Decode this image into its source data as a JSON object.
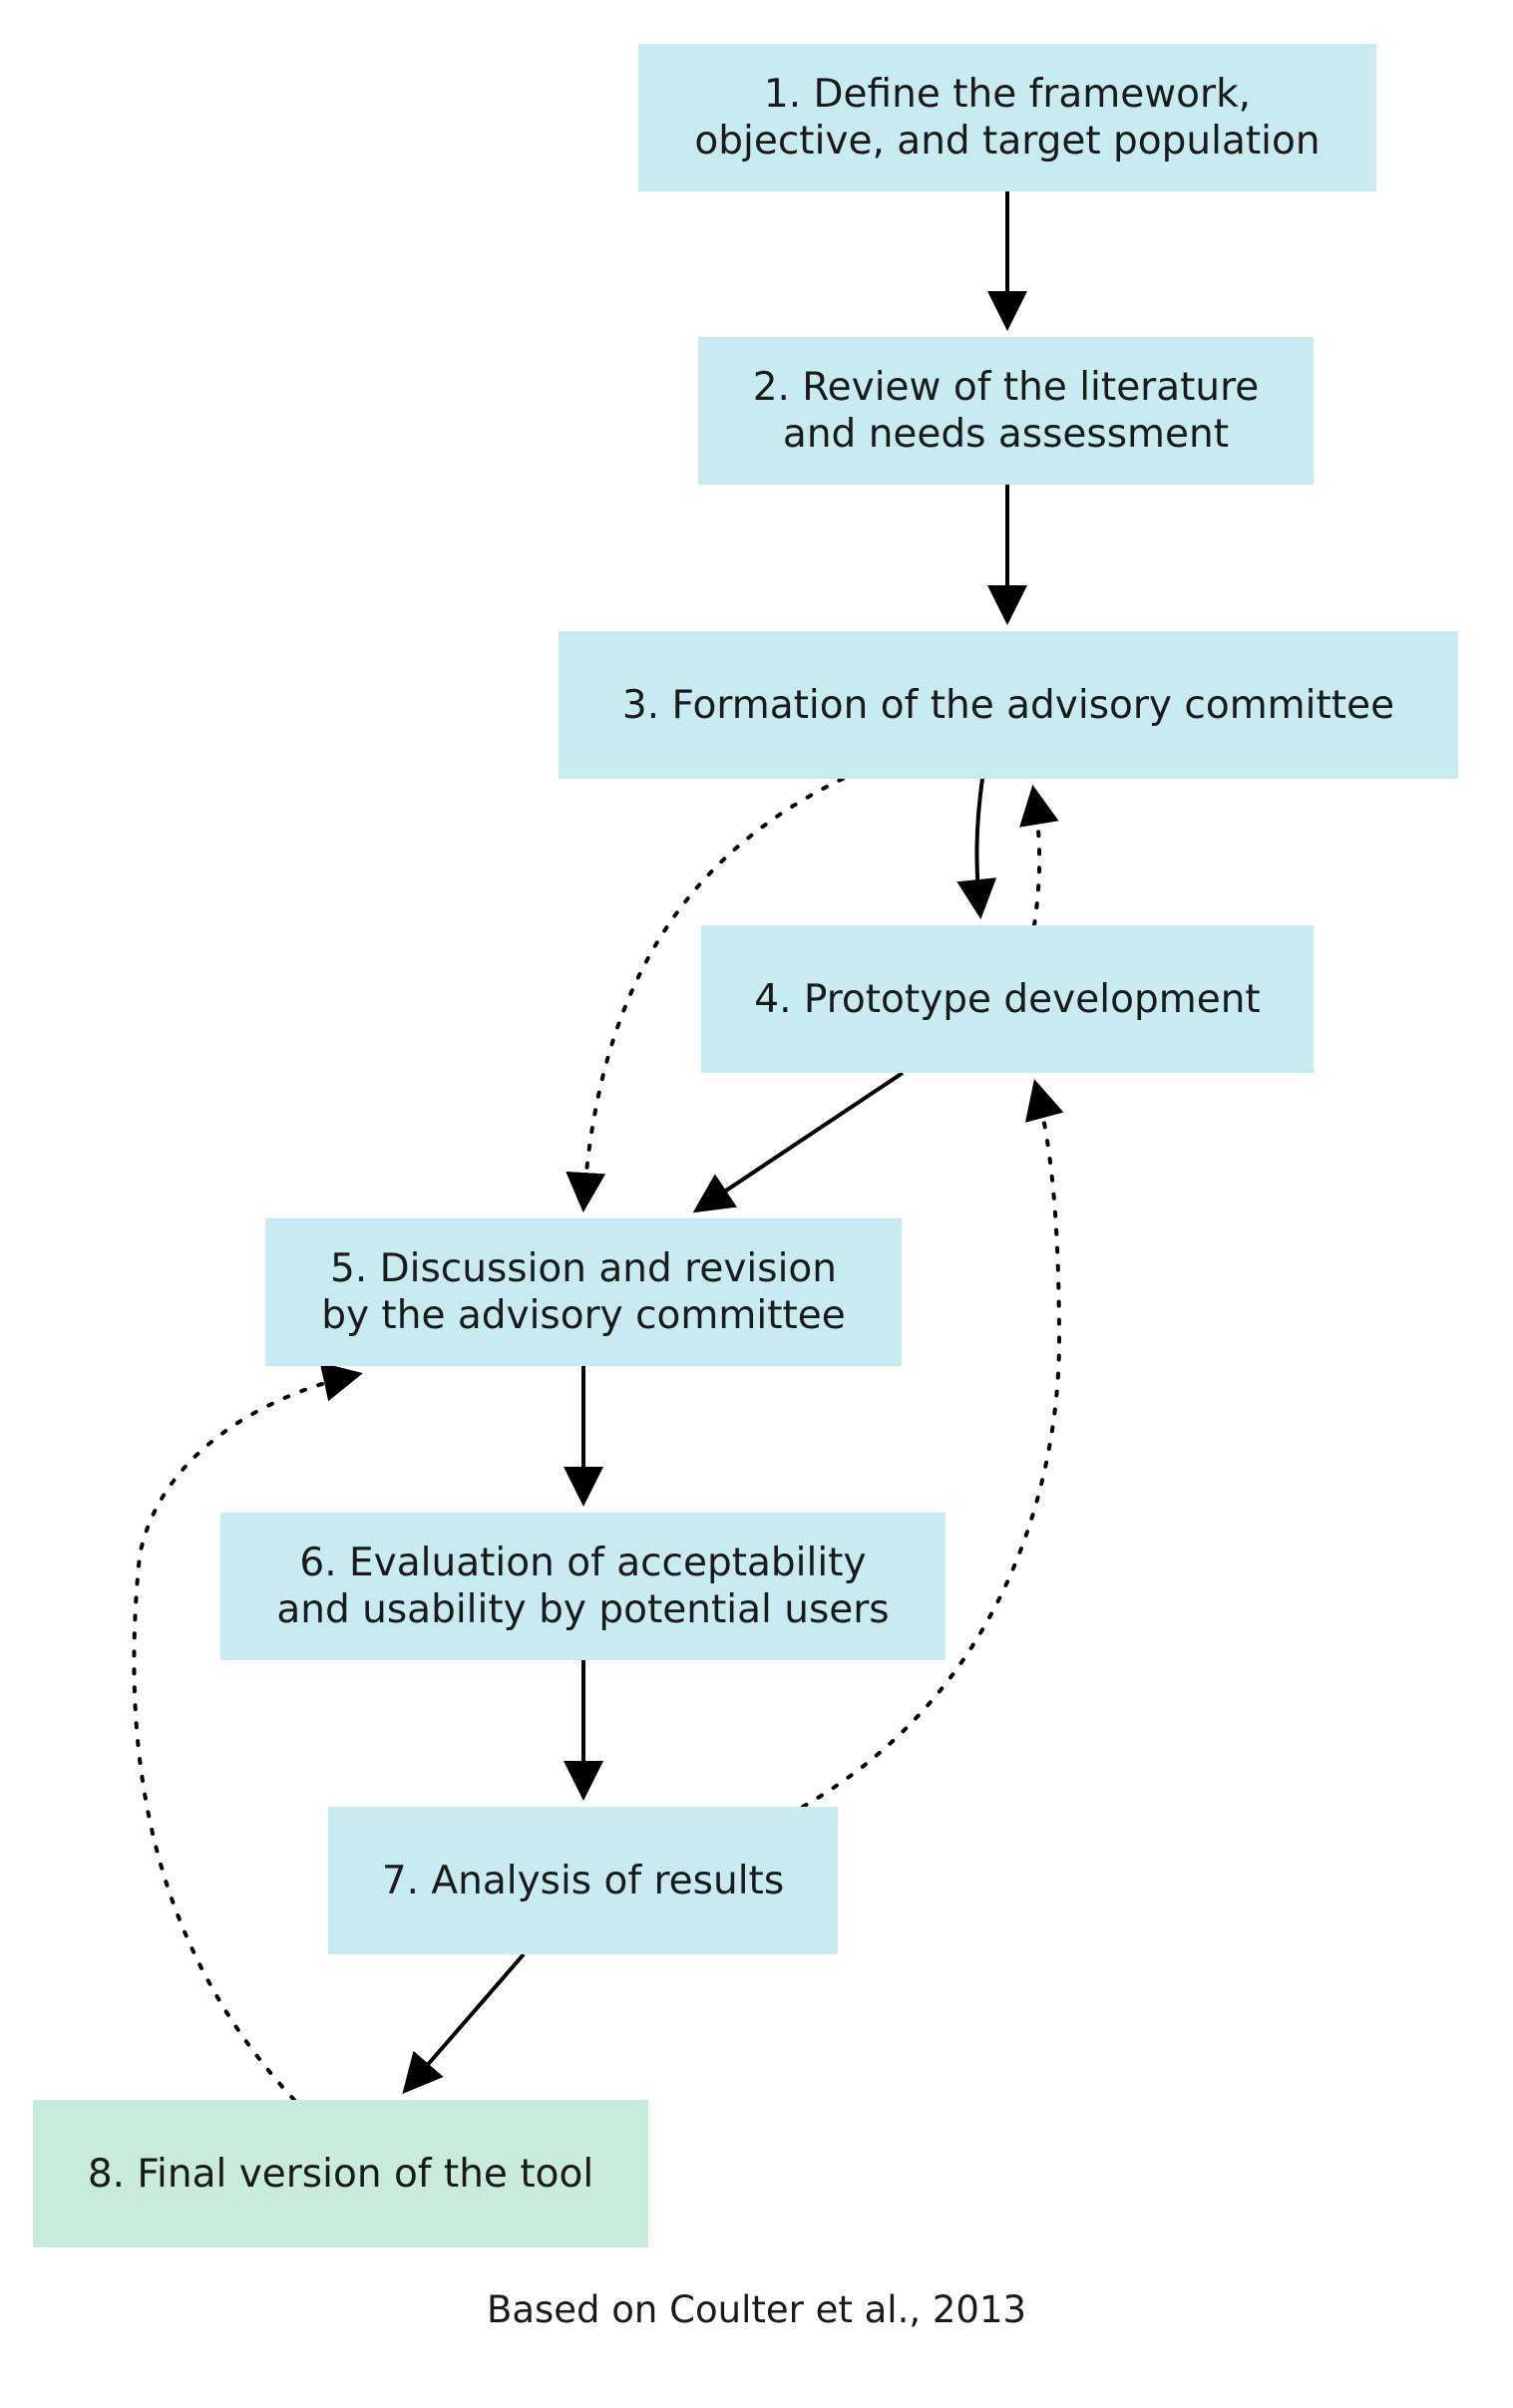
{
  "steps": [
    {
      "id": 1,
      "lines": [
        "1. Define the framework,",
        "objective, and target population"
      ]
    },
    {
      "id": 2,
      "lines": [
        "2. Review of the literature",
        "and needs assessment"
      ]
    },
    {
      "id": 3,
      "lines": [
        "3. Formation of the advisory committee"
      ]
    },
    {
      "id": 4,
      "lines": [
        "4. Prototype development"
      ]
    },
    {
      "id": 5,
      "lines": [
        "5. Discussion and revision",
        "by the advisory committee"
      ]
    },
    {
      "id": 6,
      "lines": [
        "6. Evaluation of acceptability",
        "and usability by potential users"
      ]
    },
    {
      "id": 7,
      "lines": [
        "7. Analysis of results"
      ]
    },
    {
      "id": 8,
      "lines": [
        "8. Final version of the tool"
      ]
    }
  ],
  "edges": [
    {
      "from": 1,
      "to": 2,
      "style": "solid"
    },
    {
      "from": 2,
      "to": 3,
      "style": "solid"
    },
    {
      "from": 3,
      "to": 4,
      "style": "solid"
    },
    {
      "from": 4,
      "to": 3,
      "style": "dotted"
    },
    {
      "from": 3,
      "to": 5,
      "style": "dotted"
    },
    {
      "from": 4,
      "to": 5,
      "style": "solid"
    },
    {
      "from": 5,
      "to": 6,
      "style": "solid"
    },
    {
      "from": 6,
      "to": 7,
      "style": "solid"
    },
    {
      "from": 7,
      "to": 4,
      "style": "dotted"
    },
    {
      "from": 7,
      "to": 8,
      "style": "solid"
    },
    {
      "from": 8,
      "to": 5,
      "style": "dotted"
    }
  ],
  "colors": {
    "step_fill": "#c8ebf1",
    "final_fill": "#c8ebdc",
    "arrow": "#000000",
    "text": "#1a1a1a"
  },
  "caption": "Based on Coulter et al., 2013"
}
